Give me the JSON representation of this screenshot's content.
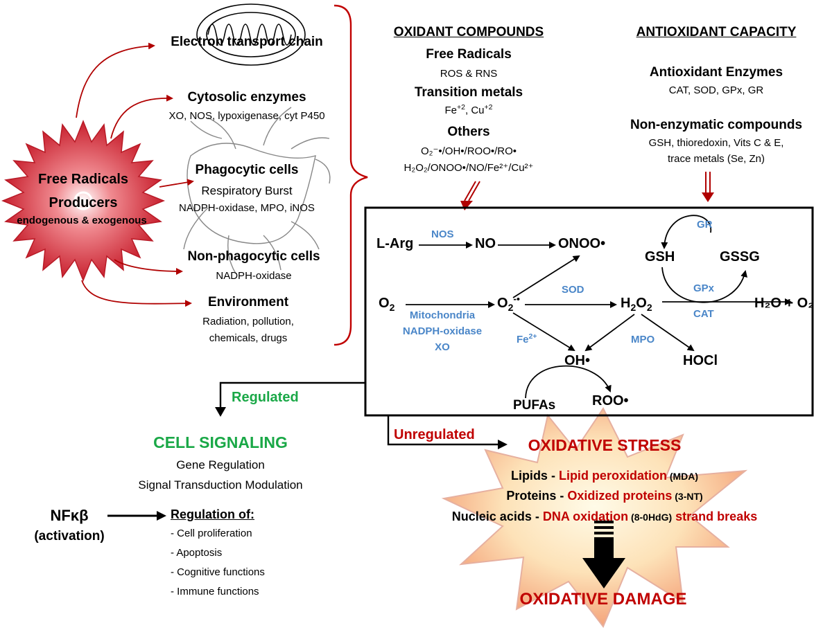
{
  "producers": {
    "title1": "Free Radicals",
    "title2": "Producers",
    "sub": "endogenous & exogenous"
  },
  "sources": {
    "etc": "Electron transport chain",
    "cytosolic_title": "Cytosolic enzymes",
    "cytosolic_desc": "XO, NOS, lypoxigenase, cyt P450",
    "phago_title": "Phagocytic cells",
    "phago_desc1": "Respiratory Burst",
    "phago_desc2": "NADPH-oxidase, MPO, iNOS",
    "nonphago_title": "Non-phagocytic cells",
    "nonphago_desc": "NADPH-oxidase",
    "env_title": "Environment",
    "env_desc1": "Radiation, pollution,",
    "env_desc2": "chemicals, drugs"
  },
  "oxidant": {
    "header": "OXIDANT COMPOUNDS",
    "free_radicals": "Free Radicals",
    "ros_rns": "ROS & RNS",
    "transition_metals": "Transition metals",
    "fe": "Fe",
    "fe_sup": "+2",
    "cu": ", Cu",
    "cu_sup": "+2",
    "others": "Others",
    "others_line1": "O₂⁻•/OH•/ROO•/RO•",
    "others_line2": "H₂O₂/ONOO•/NO/Fe²⁺/Cu²⁺"
  },
  "antioxidant": {
    "header": "ANTIOXIDANT CAPACITY",
    "enzymes": "Antioxidant Enzymes",
    "enzymes_desc": "CAT, SOD, GPx, GR",
    "nonenz": "Non-enzymatic compounds",
    "nonenz_desc1": "GSH, thioredoxin, Vits C & E,",
    "nonenz_desc2": "trace metals (Se, Zn)"
  },
  "pathway": {
    "larg": "L-Arg",
    "nos": "NOS",
    "no": "NO",
    "onoo": "ONOO•",
    "o2": "O",
    "o2_sub": "2",
    "mito": "Mitochondria",
    "nadph": "NADPH-oxidase",
    "xo": "XO",
    "superoxide": "O",
    "superoxide_sub": "2",
    "superoxide_sup": "-•",
    "sod": "SOD",
    "h2o2": "H",
    "h2o2_sub1": "2",
    "h2o2_mid": "O",
    "h2o2_sub2": "2",
    "fe2": "Fe",
    "fe2_sup": "2+",
    "mpo": "MPO",
    "oh": "OH•",
    "hocl": "HOCl",
    "pufas": "PUFAs",
    "roo": "ROO•",
    "gr": "GR",
    "gsh": "GSH",
    "gssg": "GSSG",
    "gpx": "GPx",
    "cat": "CAT",
    "h2o": "H₂O + O₂"
  },
  "signaling": {
    "regulated": "Regulated",
    "title": "CELL SIGNALING",
    "line1": "Gene Regulation",
    "line2": "Signal Transduction Modulation",
    "nfkb": "NFκβ",
    "activation": "(activation)",
    "regulation_of": "Regulation of:",
    "items": [
      "- Cell proliferation",
      "- Apoptosis",
      "- Cognitive functions",
      "- Immune functions"
    ]
  },
  "stress": {
    "unregulated": "Unregulated",
    "title": "OXIDATIVE STRESS",
    "lipids_a": "Lipids - ",
    "lipids_b": "Lipid peroxidation",
    "lipids_c": " (MDA)",
    "proteins_a": "Proteins - ",
    "proteins_b": "Oxidized proteins",
    "proteins_c": " (3-NT)",
    "nucleic_a": "Nucleic acids - ",
    "nucleic_b": "DNA oxidation",
    "nucleic_c": " (8-0HdG)",
    "nucleic_d": " strand breaks",
    "damage": "OXIDATIVE DAMAGE"
  },
  "colors": {
    "red": "#c00000",
    "blue": "#4a86c8",
    "green": "#1aa847",
    "burst": "#d94050"
  }
}
